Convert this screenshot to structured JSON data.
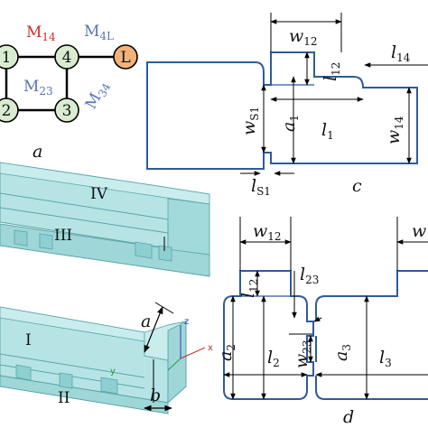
{
  "colors": {
    "resonator_outline": "#2f5b9a",
    "dimension_line": "#000000",
    "node_fill": "#d9ecd0",
    "load_fill": "#f2b27a",
    "label_red": "#d4282a",
    "label_blue": "#5674b7",
    "model_fill": "#a7dfe0",
    "model_edge": "#5aa6a9"
  },
  "panel_a": {
    "label": "a",
    "nodes": [
      "1",
      "2",
      "3",
      "4",
      "L"
    ],
    "couplings": {
      "m14": {
        "main": "M",
        "sub": "14"
      },
      "m4l": {
        "main": "M",
        "sub": "4L"
      },
      "m23": {
        "main": "M",
        "sub": "23"
      },
      "m34": {
        "main": "M",
        "sub": "34"
      }
    }
  },
  "panel_b": {
    "regions": [
      "IV",
      "III",
      "I",
      "II"
    ],
    "dims": [
      "a",
      "b"
    ],
    "axes": [
      "z",
      "x",
      "y"
    ]
  },
  "panel_c": {
    "label": "c",
    "dims": {
      "w12": {
        "main": "w",
        "sub": "12"
      },
      "l12": {
        "main": "l",
        "sub": "12"
      },
      "l14": {
        "main": "l",
        "sub": "14"
      },
      "ws1": {
        "main": "w",
        "sub": "S1"
      },
      "a1": {
        "main": "a",
        "sub": "1"
      },
      "l1": {
        "main": "l",
        "sub": "1"
      },
      "w14": {
        "main": "w",
        "sub": "14"
      },
      "ls1": {
        "main": "l",
        "sub": "S1"
      }
    }
  },
  "panel_d": {
    "label": "d",
    "dims": {
      "w12": {
        "main": "w",
        "sub": "12"
      },
      "w_cut": {
        "main": "w",
        "sub": ""
      },
      "l12": {
        "main": "l",
        "sub": "12"
      },
      "l23": {
        "main": "l",
        "sub": "23"
      },
      "a2": {
        "main": "a",
        "sub": "2"
      },
      "w23": {
        "main": "w",
        "sub": "23"
      },
      "a3": {
        "main": "a",
        "sub": "3"
      },
      "l2": {
        "main": "l",
        "sub": "2"
      },
      "l3": {
        "main": "l",
        "sub": "3"
      }
    }
  }
}
